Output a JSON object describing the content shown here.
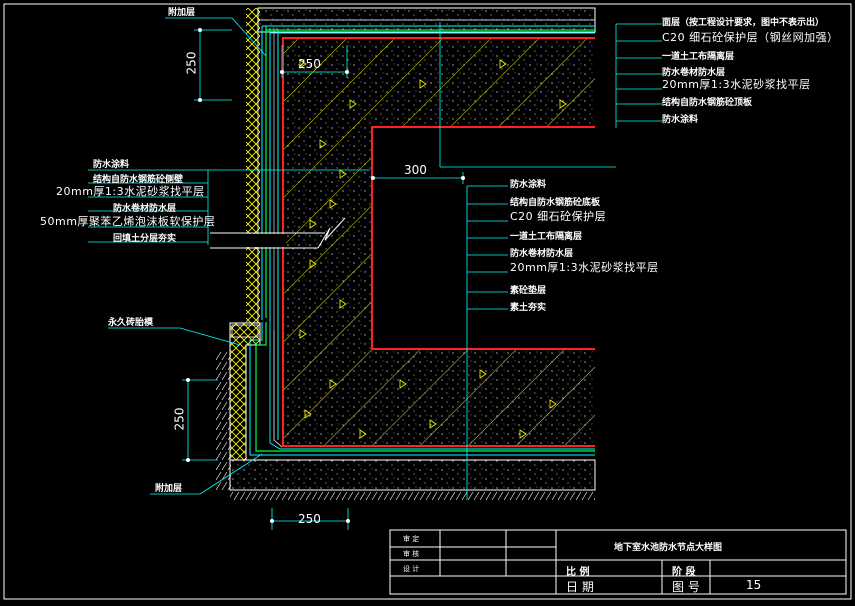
{
  "top_left_label": "附加层",
  "bottom_left_label": "附加层",
  "permanent_wall_label": "永久砖胎模",
  "dims": {
    "v_top": "250",
    "h_top": "250",
    "h_mid": "300",
    "v_bottom": "250",
    "h_bottom": "250"
  },
  "roof_layers": [
    "面层（按工程设计要求，图中不表示出）",
    "C20 细石砼保护层（钢丝网加强）",
    "一道土工布隔离层",
    "防水卷材防水层",
    "20mm厚1:3水泥砂浆找平层",
    "结构自防水钢筋砼顶板",
    "防水涂料"
  ],
  "wall_layers": [
    "防水涂料",
    "结构自防水钢筋砼侧壁",
    "20mm厚1:3水泥砂浆找平层",
    "防水卷材防水层",
    "50mm厚聚苯乙烯泡沫板软保护层",
    "回填土分层夯实"
  ],
  "floor_layers": [
    "防水涂料",
    "结构自防水钢筋砼底板",
    "C20 细石砼保护层",
    "一道土工布隔离层",
    "防水卷材防水层",
    "20mm厚1:3水泥砂浆找平层",
    "素砼垫层",
    "素土夯实"
  ],
  "title_block": {
    "title": "地下室水池防水节点大样图",
    "row1_label": "审 定",
    "row2_label": "审 核",
    "row3_label": "设 计",
    "scale_label": "比 例",
    "stage_label": "阶 段",
    "date_label": "日 期",
    "drawing_no_label": "图 号",
    "drawing_no": "15"
  },
  "colors": {
    "white": "#ffffff",
    "cyan": "#00ffff",
    "yellow": "#ffff00",
    "red": "#ff2020",
    "green": "#00ff40",
    "gray": "#9a9a9a"
  }
}
